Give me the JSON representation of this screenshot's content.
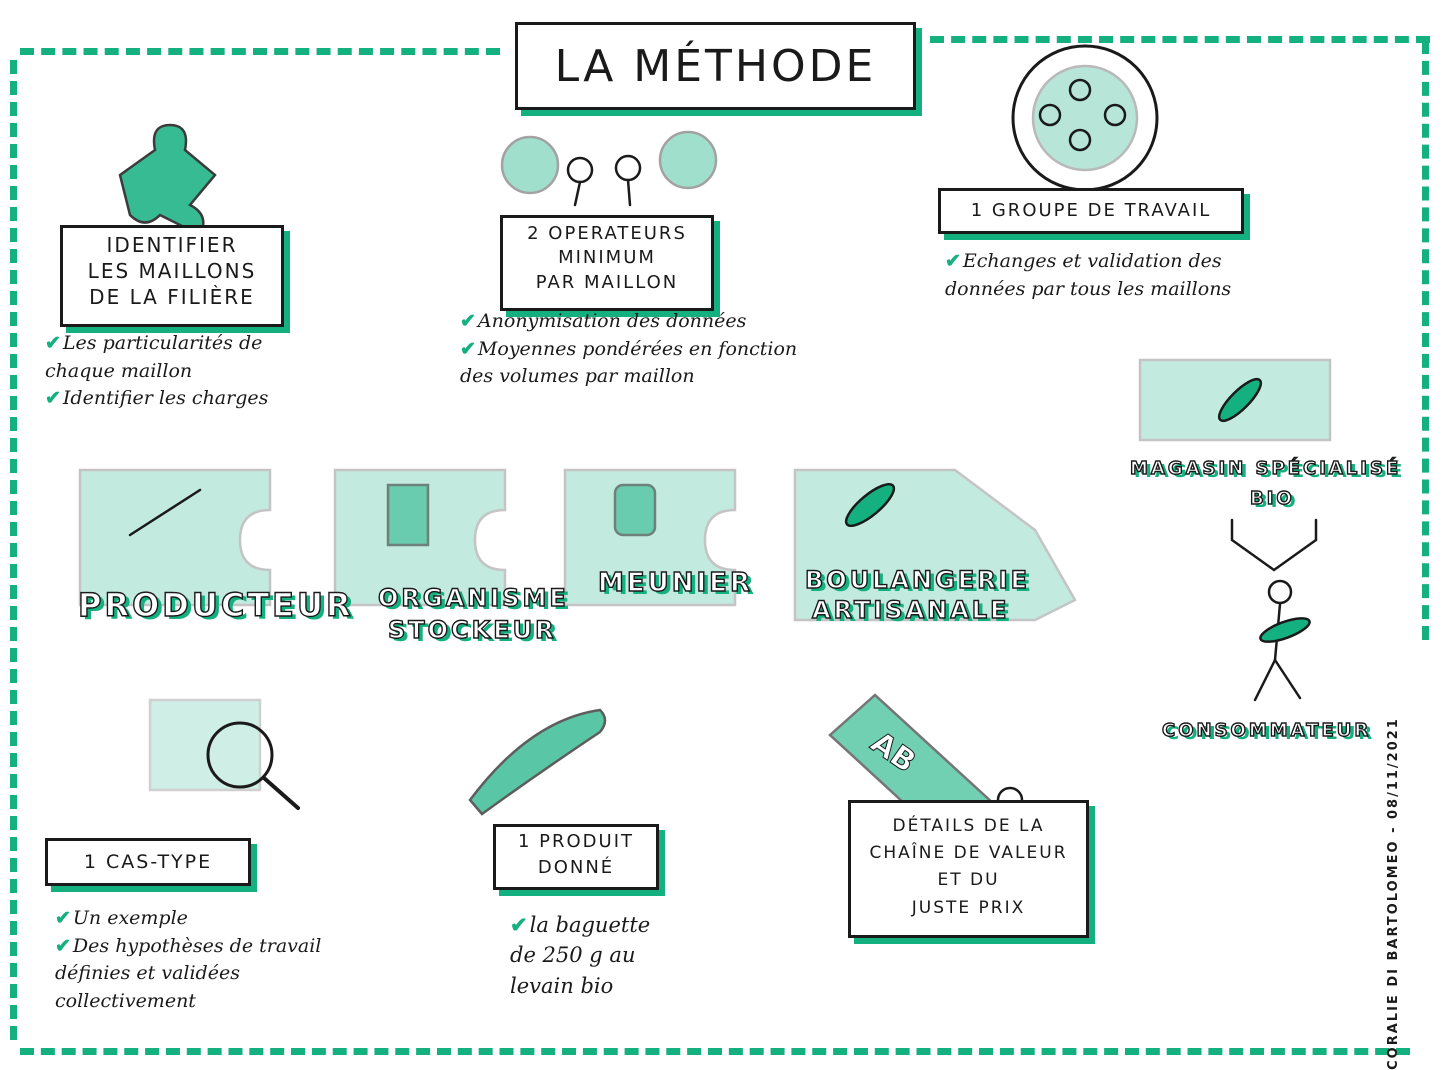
{
  "title": "LA MÉTHODE",
  "top_sections": [
    {
      "title_lines": [
        "IDENTIFIER",
        "LES MAILLONS",
        "DE LA FILIÈRE"
      ],
      "bullets": [
        "Les particularités de chaque maillon",
        "Identifier les charges"
      ]
    },
    {
      "title_lines": [
        "2 OPERATEURS",
        "MINIMUM",
        "PAR MAILLON"
      ],
      "bullets": [
        "Anonymisation des données",
        "Moyennes pondérées en fonction des volumes par maillon"
      ]
    },
    {
      "title_lines": [
        "1 GROUPE DE TRAVAIL"
      ],
      "bullets": [
        "Echanges et validation des données par tous les maillons"
      ]
    }
  ],
  "chain": {
    "producteur": "PRODUCTEUR",
    "organisme_1": "ORGANISME",
    "organisme_2": "STOCKEUR",
    "meunier": "MEUNIER",
    "boulangerie_1": "BOULANGERIE",
    "boulangerie_2": "ARTISANALE",
    "magasin_1": "MAGASIN SPÉCIALISÉ",
    "magasin_2": "BIO",
    "consommateur": "CONSOMMATEUR"
  },
  "bottom_sections": [
    {
      "title_lines": [
        "1 CAS-TYPE"
      ],
      "bullets": [
        "Un exemple",
        "Des hypothèses de travail définies et validées collectivement"
      ]
    },
    {
      "title_lines": [
        "1 PRODUIT",
        "DONNÉ"
      ],
      "bullets": [
        "la baguette de 250 g au levain bio"
      ]
    },
    {
      "title_lines": [
        "DÉTAILS DE LA",
        "CHAÎNE DE VALEUR",
        "ET DU",
        "JUSTE PRIX"
      ],
      "bullets": []
    }
  ],
  "tag_text": "AB",
  "credit": "CORALIE DI BARTOLOMEO - 08/11/2021",
  "colors": {
    "accent": "#14b07f",
    "ink": "#1a1a1a"
  }
}
